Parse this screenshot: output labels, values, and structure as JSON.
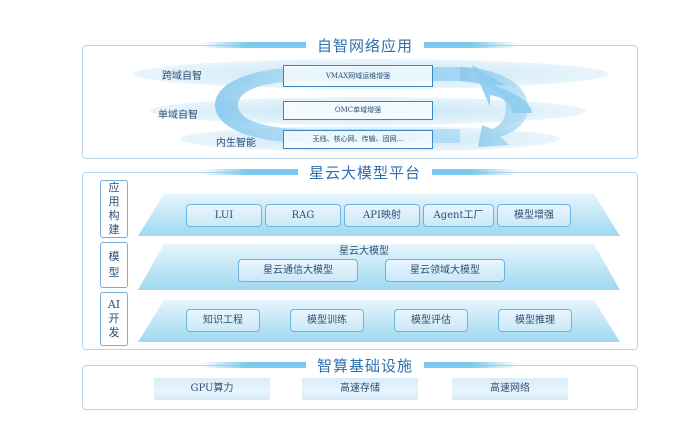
{
  "top": {
    "title": "自智网络应用",
    "rings": [
      {
        "label": "跨域自智",
        "box": "VMAX网域运维增强"
      },
      {
        "label": "单域自智",
        "box": "OMC单域增强"
      },
      {
        "label": "内生智能",
        "box": "无线、核心网、传输、固网..."
      }
    ]
  },
  "platform": {
    "title": "星云大模型平台",
    "side_labels": [
      "应用构建",
      "模型",
      "AI开发"
    ],
    "row1": [
      "LUI",
      "RAG",
      "API映射",
      "Agent工厂",
      "模型增强"
    ],
    "row2_title": "星云大模型",
    "row2": [
      "星云通信大模型",
      "星云领域大模型"
    ],
    "row3": [
      "知识工程",
      "模型训练",
      "模型评估",
      "模型推理"
    ]
  },
  "infra": {
    "title": "智算基础设施",
    "items": [
      "GPU算力",
      "高速存储",
      "高速网络"
    ]
  }
}
